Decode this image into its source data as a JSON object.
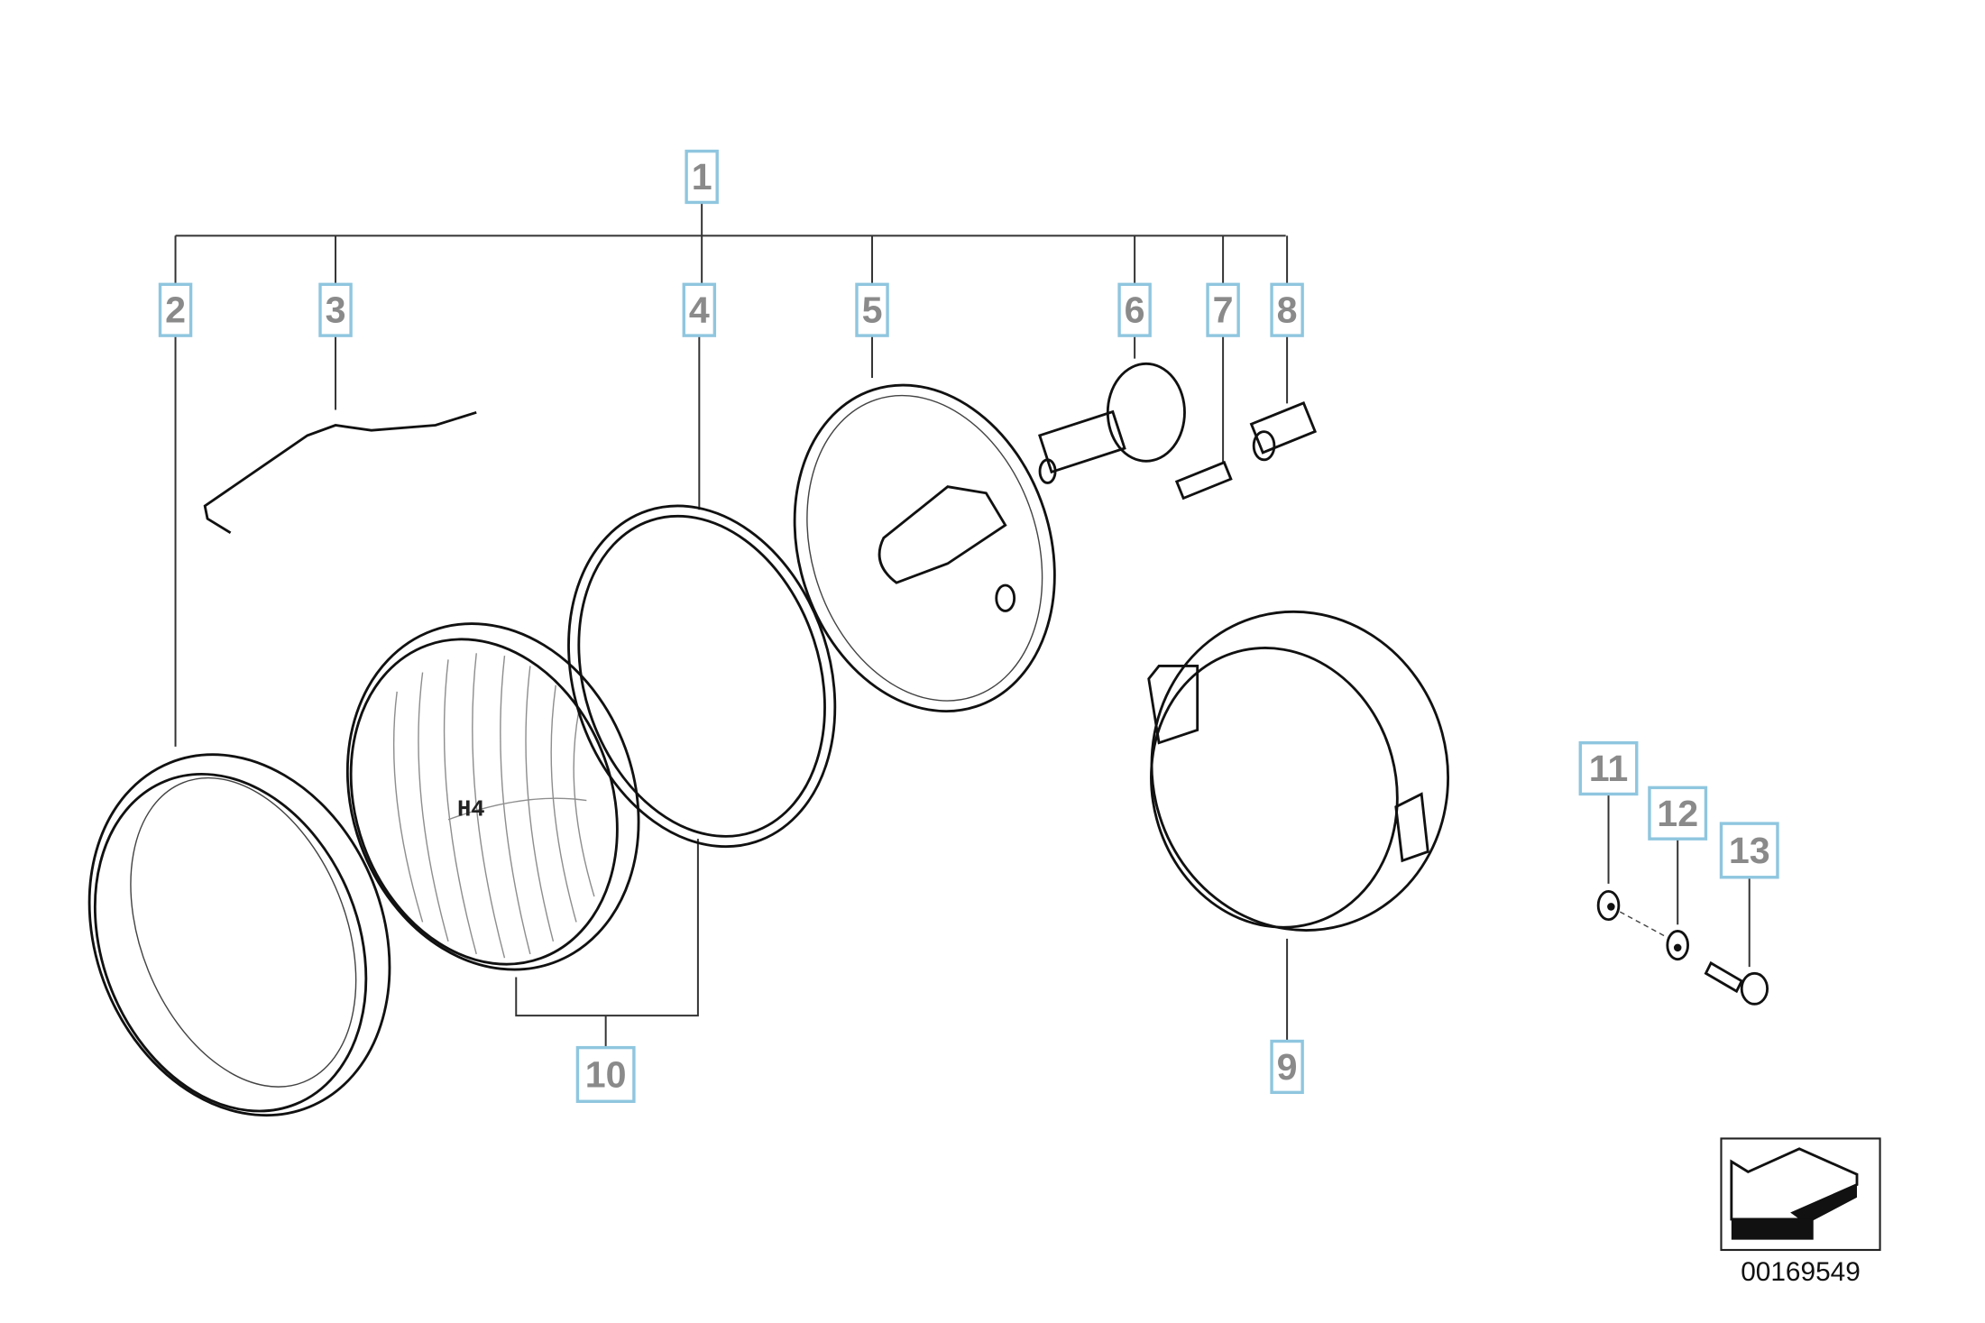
{
  "diagram": {
    "labels": {
      "p1": "1",
      "p2": "2",
      "p3": "3",
      "p4": "4",
      "p5": "5",
      "p6": "6",
      "p7": "7",
      "p8": "8",
      "p9": "9",
      "p10": "10",
      "p11": "11",
      "p12": "12",
      "p13": "13"
    },
    "lens_marking": "H4",
    "reference_number": "00169549",
    "label_border_color": "#8fc6df",
    "label_text_color": "#8a8a8a"
  }
}
